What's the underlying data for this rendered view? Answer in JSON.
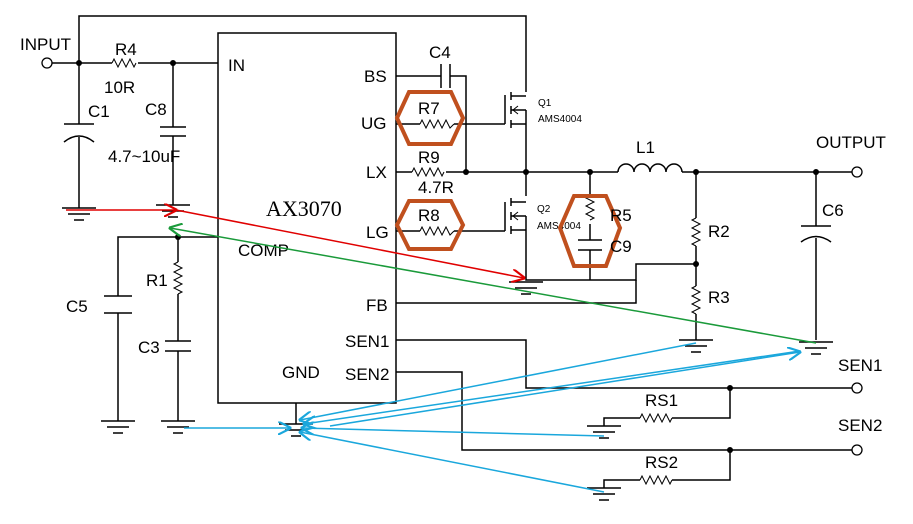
{
  "labels": {
    "input": "INPUT",
    "output": "OUTPUT",
    "sen1_out": "SEN1",
    "sen2_out": "SEN2",
    "chip_name": "AX3070"
  },
  "pins": {
    "in": "IN",
    "bs": "BS",
    "ug": "UG",
    "lx": "LX",
    "lg": "LG",
    "comp": "COMP",
    "fb": "FB",
    "sen1": "SEN1",
    "sen2": "SEN2",
    "gnd": "GND"
  },
  "components": {
    "r4": {
      "name": "R4",
      "value": "10R"
    },
    "c1": {
      "name": "C1"
    },
    "c8": {
      "name": "C8",
      "value": "4.7~10uF"
    },
    "c4": {
      "name": "C4"
    },
    "r7": {
      "name": "R7"
    },
    "r9": {
      "name": "R9",
      "value": "4.7R"
    },
    "r8": {
      "name": "R8"
    },
    "q1": {
      "name": "Q1",
      "part": "AMS4004"
    },
    "q2": {
      "name": "Q2",
      "part": "AMS4004"
    },
    "l1": {
      "name": "L1"
    },
    "r5": {
      "name": "R5"
    },
    "c9": {
      "name": "C9"
    },
    "r2": {
      "name": "R2"
    },
    "r3": {
      "name": "R3"
    },
    "c6": {
      "name": "C6"
    },
    "c5": {
      "name": "C5"
    },
    "r1": {
      "name": "R1"
    },
    "c3": {
      "name": "C3"
    },
    "rs1": {
      "name": "RS1"
    },
    "rs2": {
      "name": "RS2"
    }
  },
  "colors": {
    "wire": "#000000",
    "highlight": "#c0501e",
    "arrow_red": "#e00000",
    "arrow_green": "#1a9a3a",
    "arrow_blue": "#1aa7dc"
  }
}
